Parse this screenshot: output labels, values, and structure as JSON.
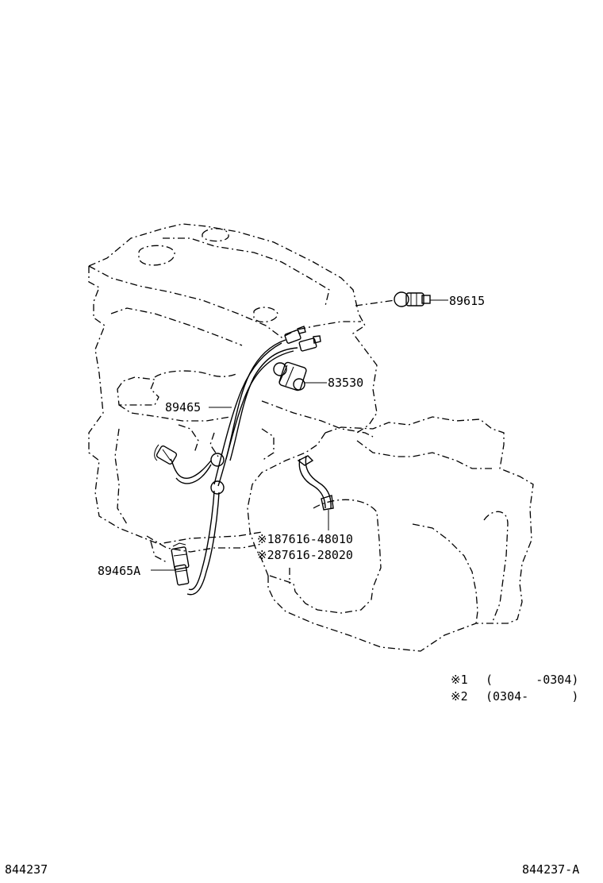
{
  "parts": {
    "p89615": "89615",
    "p83530": "83530",
    "p89465": "89465",
    "p89465A": "89465A",
    "p87616_1": "※187616-48010",
    "p87616_2": "※287616-28020"
  },
  "notes": {
    "n1_mark": "※1",
    "n1_range": "(      -0304)",
    "n2_mark": "※2",
    "n2_range": "(0304-      )"
  },
  "footer": {
    "left_code": "844237",
    "right_code": "844237-A"
  }
}
